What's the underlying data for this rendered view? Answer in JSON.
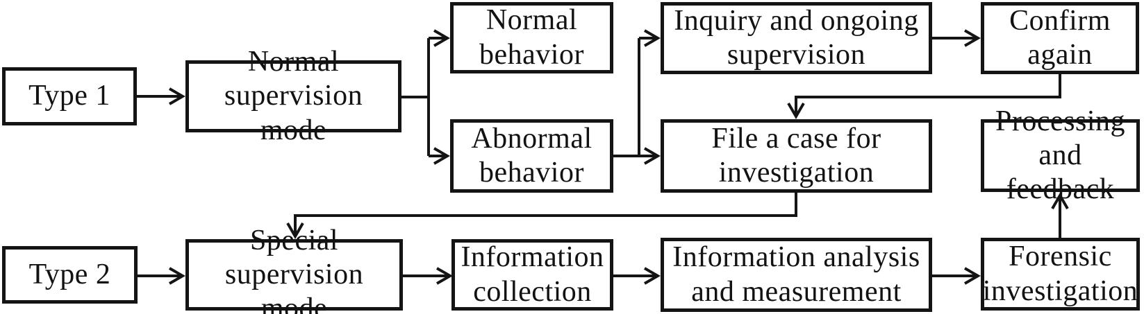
{
  "colors": {
    "line": "#141414",
    "background": "#ffffff",
    "text": "#121212"
  },
  "boxes": {
    "type1": {
      "label": "Type 1"
    },
    "normal_supervision": {
      "label": "Normal\nsupervision mode"
    },
    "normal_behavior": {
      "label": "Normal\nbehavior"
    },
    "abnormal_behavior": {
      "label": "Abnormal\nbehavior"
    },
    "inquiry": {
      "label": "Inquiry and ongoing\nsupervision"
    },
    "confirm_again": {
      "label": "Confirm\nagain"
    },
    "file_case": {
      "label": "File a case for\ninvestigation"
    },
    "processing_feedback": {
      "label": "Processing\nand feedback"
    },
    "type2": {
      "label": "Type 2"
    },
    "special_supervision": {
      "label": "Special\nsupervision mode"
    },
    "info_collection": {
      "label": "Information\ncollection"
    },
    "info_analysis": {
      "label": "Information analysis\nand measurement"
    },
    "forensic": {
      "label": "Forensic\ninvestigation"
    }
  },
  "edges": [
    {
      "from": "Type 1",
      "to": "Normal supervision mode"
    },
    {
      "from": "Normal supervision mode",
      "to": "Normal behavior"
    },
    {
      "from": "Normal supervision mode",
      "to": "Abnormal behavior"
    },
    {
      "from": "Abnormal behavior",
      "to": "Inquiry and ongoing supervision"
    },
    {
      "from": "Abnormal behavior",
      "to": "File a case for investigation"
    },
    {
      "from": "Inquiry and ongoing supervision",
      "to": "Confirm again"
    },
    {
      "from": "Confirm again",
      "to": "File a case for investigation"
    },
    {
      "from": "File a case for investigation",
      "to": "Special supervision mode"
    },
    {
      "from": "Type 2",
      "to": "Special supervision mode"
    },
    {
      "from": "Special supervision mode",
      "to": "Information collection"
    },
    {
      "from": "Information collection",
      "to": "Information analysis and measurement"
    },
    {
      "from": "Information analysis and measurement",
      "to": "Forensic investigation"
    },
    {
      "from": "Forensic investigation",
      "to": "Processing and feedback"
    }
  ]
}
